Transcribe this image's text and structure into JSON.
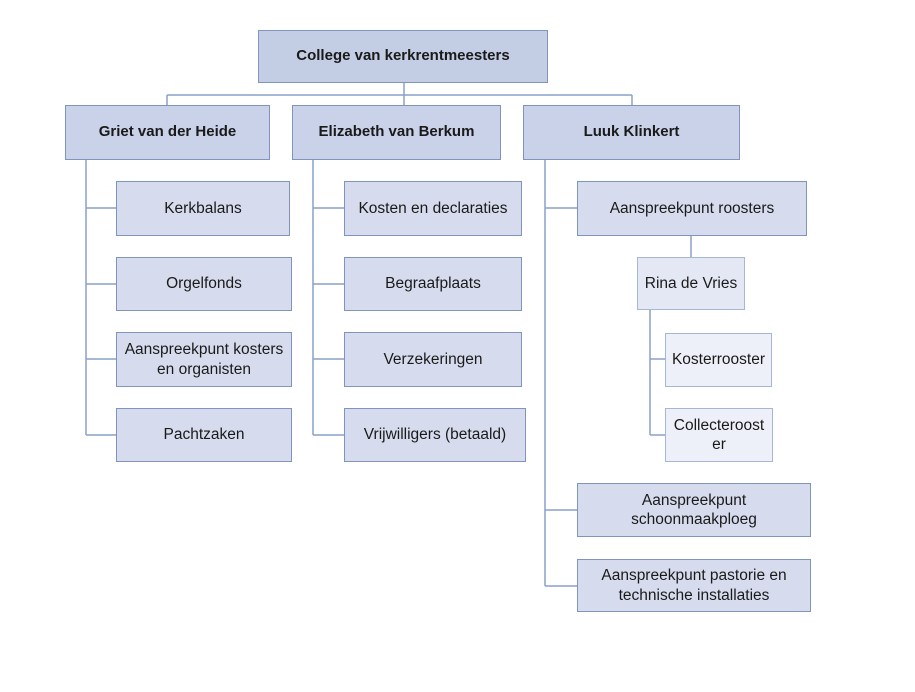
{
  "org_chart": {
    "root": "College van kerkrentmeesters",
    "members": [
      {
        "name": "Griet van der Heide",
        "tasks": [
          "Kerkbalans",
          "Orgelfonds",
          "Aanspreekpunt kosters en organisten",
          "Pachtzaken"
        ]
      },
      {
        "name": "Elizabeth van Berkum",
        "tasks": [
          "Kosten en declaraties",
          "Begraafplaats",
          "Verzekeringen",
          "Vrijwilligers (betaald)"
        ]
      },
      {
        "name": "Luuk Klinkert",
        "tasks": [
          "Aanspreekpunt roosters",
          "Aanspreekpunt schoonmaakploeg",
          "Aanspreekpunt pastorie en technische installaties"
        ],
        "sub": {
          "name": "Rina de Vries",
          "tasks": [
            "Kosterrooster",
            "Collecteroost er"
          ]
        }
      }
    ]
  },
  "colors": {
    "root_fill": "#c3cde4",
    "member_fill": "#c9d2e8",
    "task_fill": "#d6dcee",
    "sub_fill": "#e4e8f4",
    "sub_task_fill": "#edf0f8",
    "connector": "#8aa1c8",
    "border": "#7f95bd"
  }
}
